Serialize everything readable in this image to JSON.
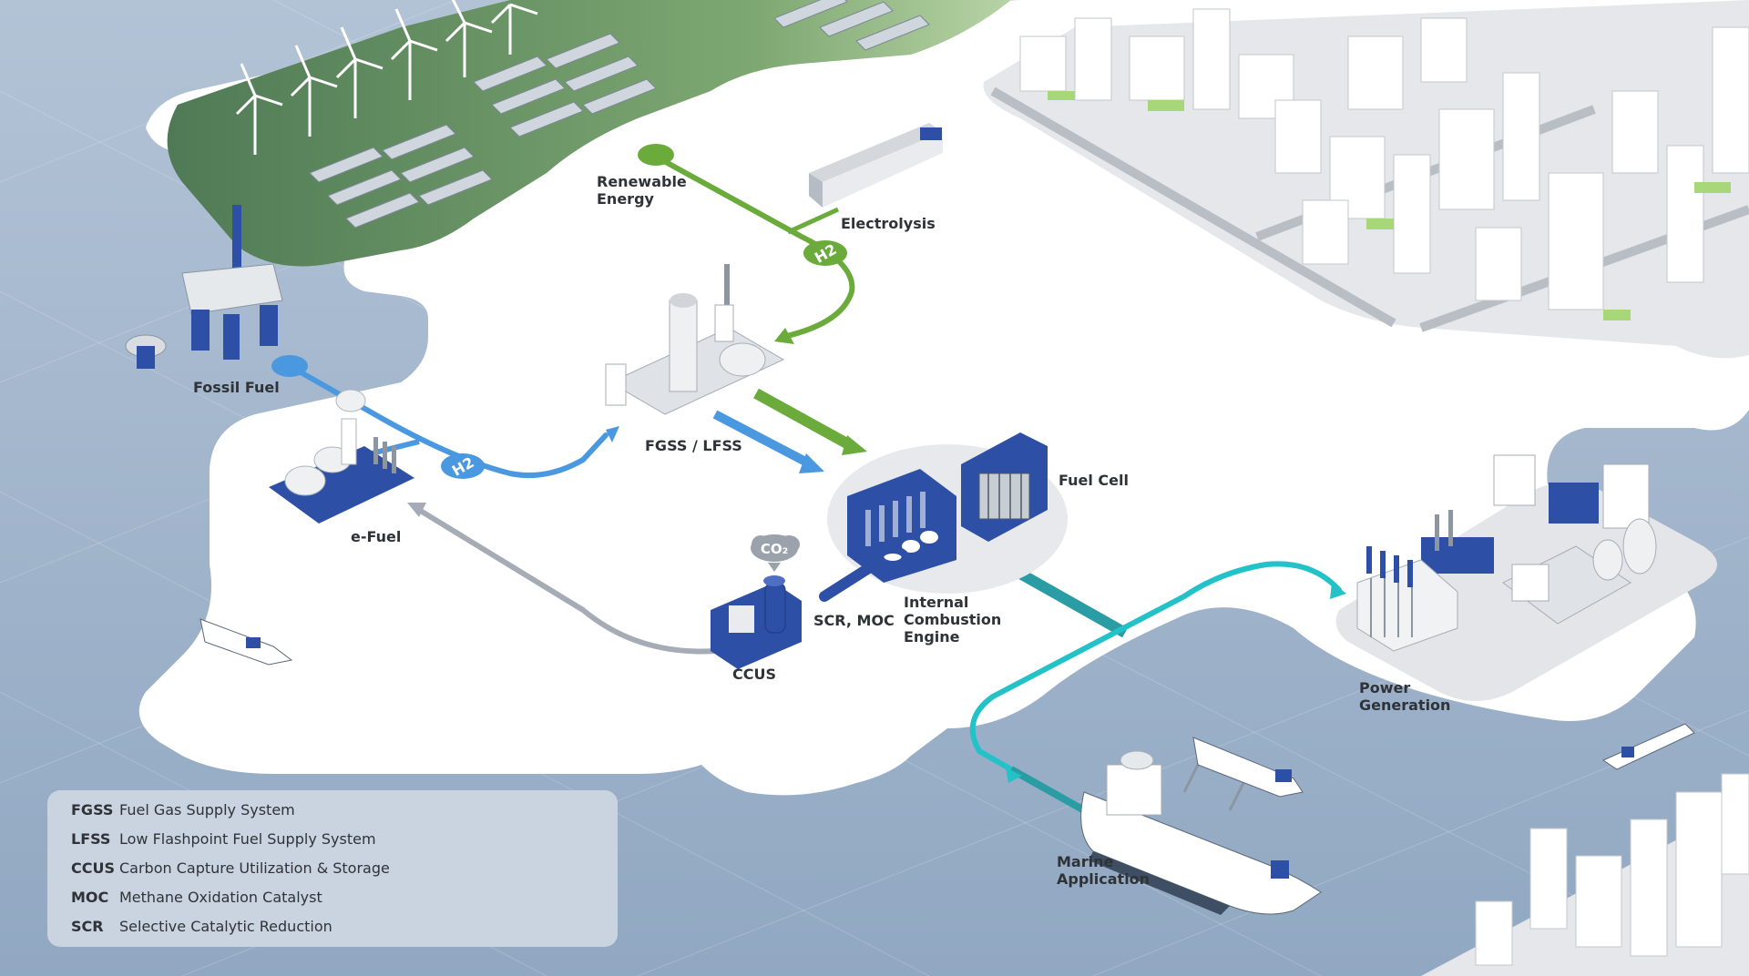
{
  "labels": {
    "renewable_energy": "Renewable\nEnergy",
    "electrolysis": "Electrolysis",
    "fossil_fuel": "Fossil Fuel",
    "fgss_lfss": "FGSS / LFSS",
    "fuel_cell": "Fuel Cell",
    "e_fuel": "e-Fuel",
    "co2": "CO₂",
    "scr_moc": "SCR, MOC",
    "ice": "Internal\nCombustion\nEngine",
    "ccus": "CCUS",
    "power_generation": "Power\nGeneration",
    "marine_application": "Marine\nApplication",
    "h2_badge": "H2"
  },
  "legend": [
    {
      "abbr": "FGSS",
      "desc": "Fuel Gas Supply System"
    },
    {
      "abbr": "LFSS",
      "desc": "Low Flashpoint Fuel Supply System"
    },
    {
      "abbr": "CCUS",
      "desc": "Carbon Capture Utilization & Storage"
    },
    {
      "abbr": "MOC",
      "desc": "Methane Oxidation Catalyst"
    },
    {
      "abbr": "SCR",
      "desc": "Selective Catalytic Reduction"
    }
  ],
  "colors": {
    "sea": "#9cb1c9",
    "land": "#ffffff",
    "renewable_field": "#5f8a5f",
    "green_flow": "#6aab3c",
    "blue_flow": "#4a98e0",
    "gray_flow": "#a6acb6",
    "teal_flow": "#23c2c8",
    "equipment_blue": "#2d4fa5",
    "legend_bg": "#c9d4e0"
  }
}
